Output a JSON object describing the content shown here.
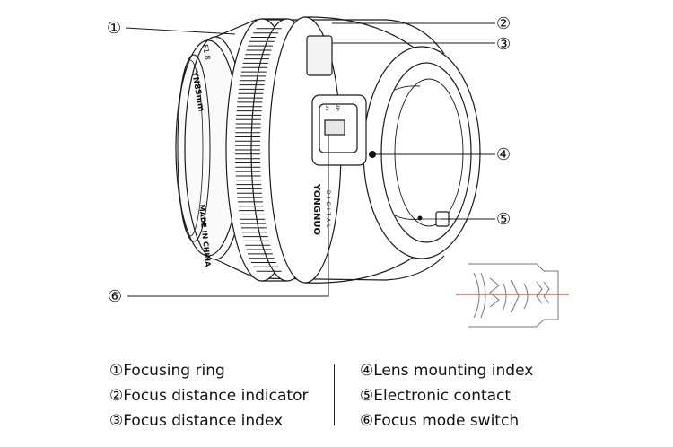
{
  "diagram": {
    "subject": "YONGNUO YN85mm F1.8 camera lens",
    "callout_markers": [
      "①",
      "②",
      "③",
      "④",
      "⑤",
      "⑥"
    ],
    "lens_printing": {
      "model": "YN85mm",
      "aperture": "F1.8",
      "origin": "MADE IN CHINA",
      "brand": "YONGNUO",
      "brand_sub": "DIGITAL",
      "switch_af": "AF",
      "switch_mf": "MF"
    }
  },
  "legend": {
    "left": [
      {
        "marker": "①",
        "label": "Focusing ring"
      },
      {
        "marker": "②",
        "label": "Focus distance indicator"
      },
      {
        "marker": "③",
        "label": "Focus distance index"
      }
    ],
    "right": [
      {
        "marker": "④",
        "label": "Lens mounting index"
      },
      {
        "marker": "⑤",
        "label": "Electronic contact"
      },
      {
        "marker": "⑥",
        "label": "Focus mode switch"
      }
    ]
  }
}
